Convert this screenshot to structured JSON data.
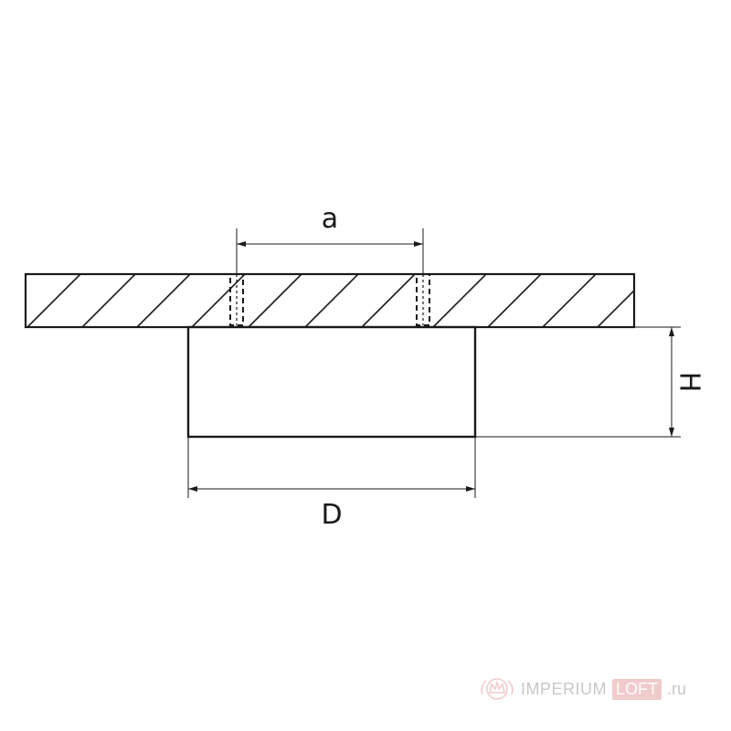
{
  "dimensions": {
    "a": "a",
    "D": "D",
    "H": "H"
  },
  "watermark": {
    "brand": "IMPERIUM",
    "badge": "LOFT",
    "domain": ".ru"
  },
  "colors": {
    "line": "#1a1a1a",
    "watermark_text": "#9a9a9a",
    "watermark_accent": "#e7a1a1"
  },
  "icons": {
    "watermark_emblem": "crown-emblem-icon"
  }
}
